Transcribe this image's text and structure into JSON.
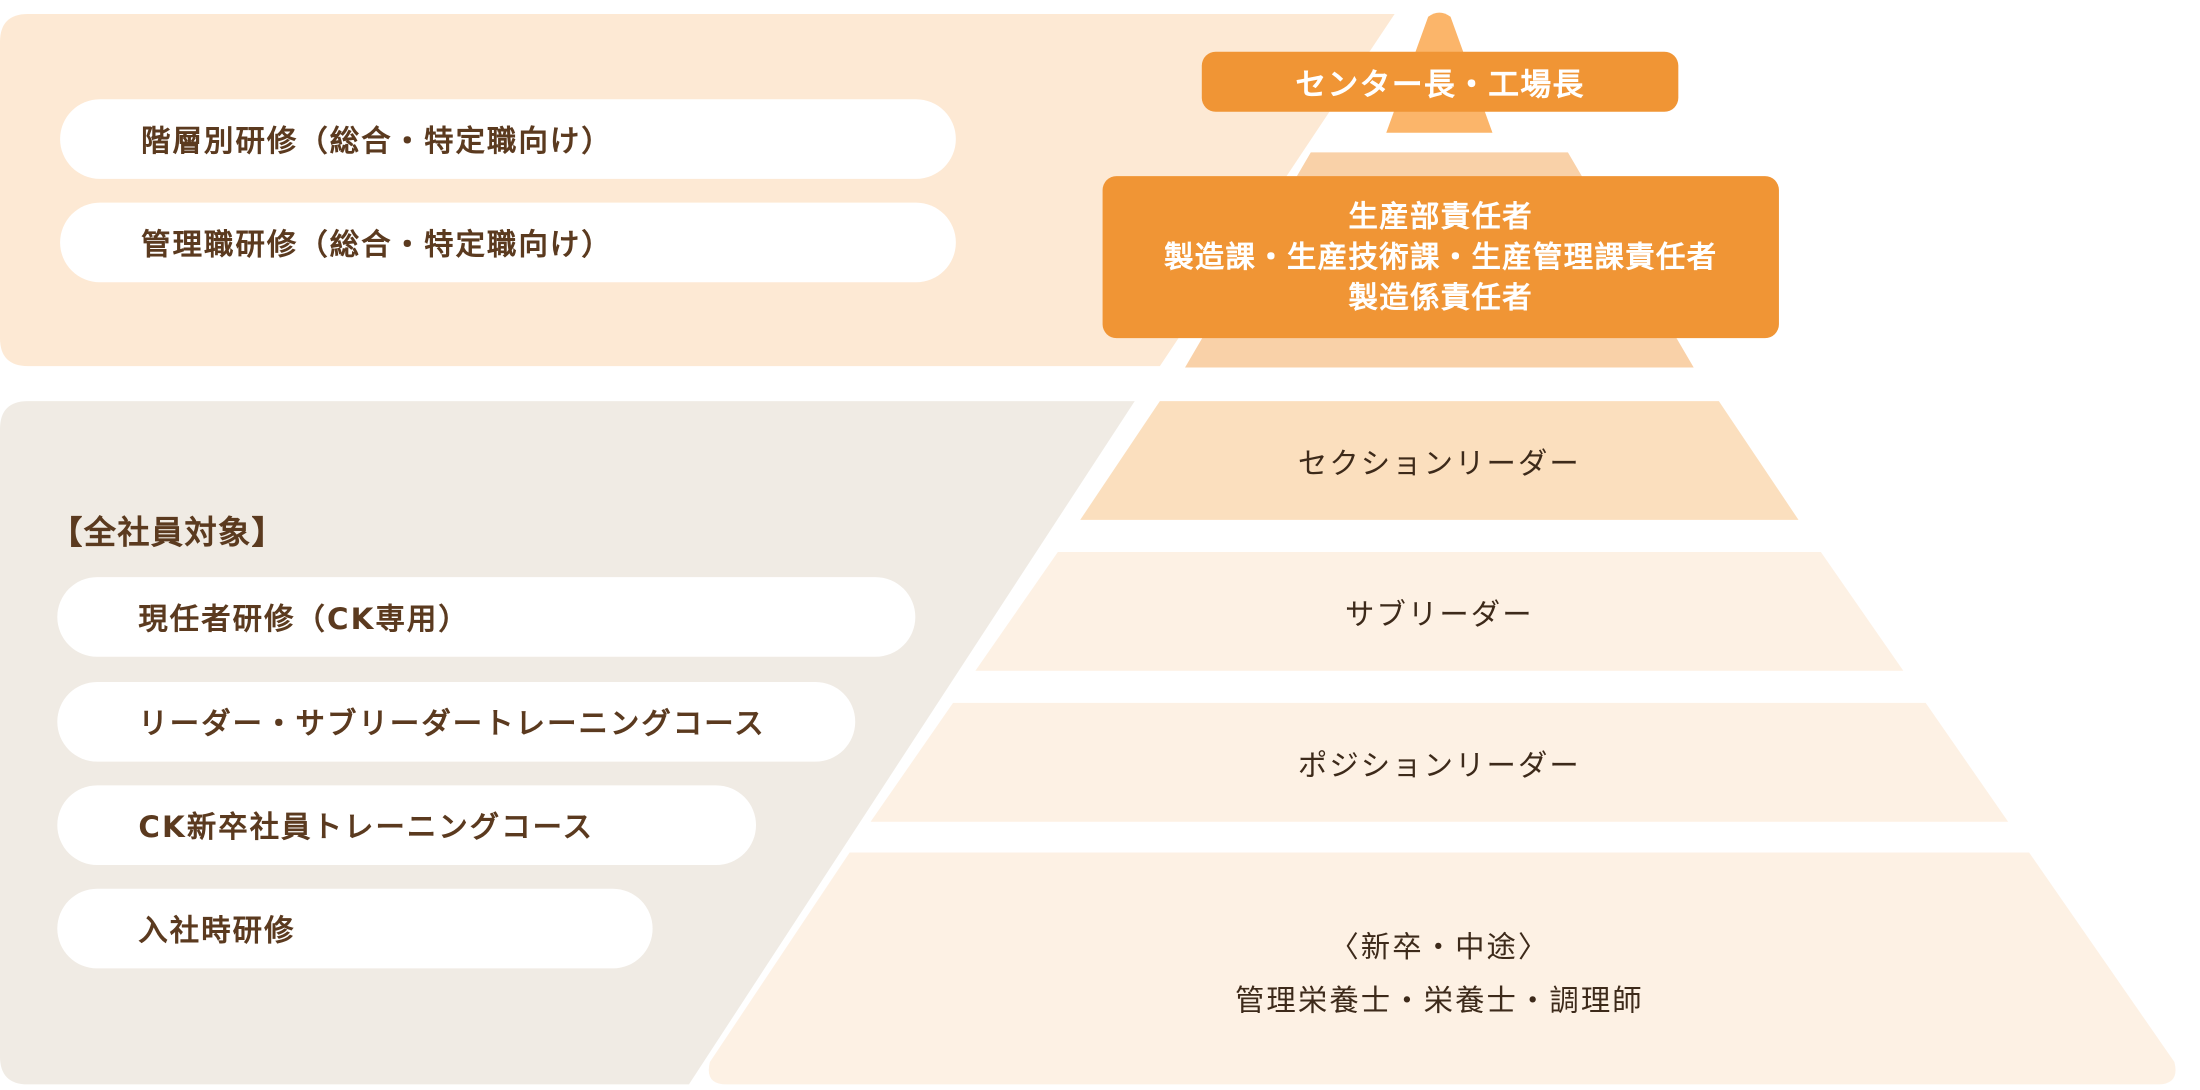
{
  "management_group": {
    "items": [
      {
        "label": "階層別研修（総合・特定職向け）"
      },
      {
        "label": "管理職研修（総合・特定職向け）"
      }
    ]
  },
  "all_employees_group": {
    "heading": "【全社員対象】",
    "items": [
      {
        "label": "現任者研修（CK専用）"
      },
      {
        "label": "リーダー・サブリーダートレーニングコース"
      },
      {
        "label": "CK新卒社員トレーニングコース"
      },
      {
        "label": "入社時研修"
      }
    ]
  },
  "pyramid": {
    "top_box": "センター長・工場長",
    "second_box": [
      "生産部責任者",
      "製造課・生産技術課・生産管理課責任者",
      "製造係責任者"
    ],
    "tiers": [
      {
        "label": "セクションリーダー"
      },
      {
        "label": "サブリーダー"
      },
      {
        "label": "ポジションリーダー"
      },
      {
        "lines": [
          "〈新卒・中途〉",
          "管理栄養士・栄養士・調理師"
        ]
      }
    ]
  },
  "colors": {
    "accent_orange": "#f09535",
    "management_bg": "#fde9d4",
    "all_employees_bg": "#f0ebe4",
    "tier_top": "#fbb56a",
    "tier_second": "#f9d1a8",
    "tier_section": "#fbdfbe",
    "tier_lower": "#fdf1e4"
  }
}
